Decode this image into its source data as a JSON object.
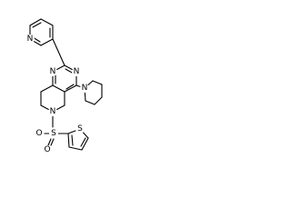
{
  "molecule": {
    "atoms": {
      "pyridine_n": "N",
      "pyrimidine_n1": "N",
      "pyrimidine_n3": "N",
      "piperidine_n": "N",
      "ring_n": "N",
      "sulfur_sulfonyl": "S",
      "oxygen_1": "O",
      "oxygen_2": "O",
      "thiophene_s": "S"
    },
    "colors": {
      "bond": "#000000",
      "background": "#ffffff"
    }
  }
}
